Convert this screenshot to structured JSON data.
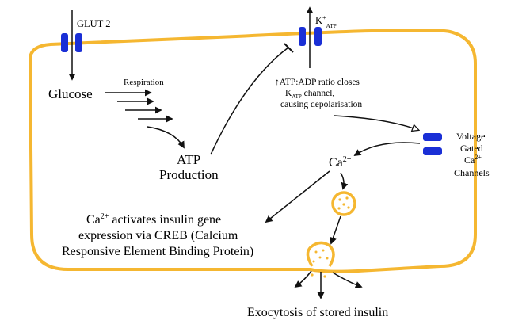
{
  "colors": {
    "cell_membrane": "#f5b731",
    "channel": "#1a2fd6",
    "vesicle": "#f5b731",
    "arrow": "#111111",
    "text": "#000000"
  },
  "labels": {
    "glut2": "GLUT 2",
    "k_atp_k": "K",
    "k_atp_sup": "+",
    "k_atp_sub": "ATP",
    "glucose": "Glucose",
    "respiration": "Respiration",
    "atp_line1": "ATP",
    "atp_line2": "Production",
    "ratio_line1": "ATP:ADP ratio closes",
    "ratio_line2_k": "K",
    "ratio_line2_sub": "ATP",
    "ratio_line2_rest": " channel,",
    "ratio_line3": "causing depolarisation",
    "ratio_up_arrow": "↑",
    "vgcc_line1": "Voltage",
    "vgcc_line2": "Gated",
    "vgcc_line3_base": "Ca",
    "vgcc_line3_sup": "2+",
    "vgcc_line4": "Channels",
    "ca_base": "Ca",
    "ca_sup": "2+",
    "creb_line1_base": "Ca",
    "creb_line1_sup": "2+",
    "creb_line1_rest": " activates insulin gene",
    "creb_line2": "expression via CREB (Calcium",
    "creb_line3": "Responsive Element Binding Protein)",
    "exocytosis": "Exocytosis of stored insulin"
  }
}
